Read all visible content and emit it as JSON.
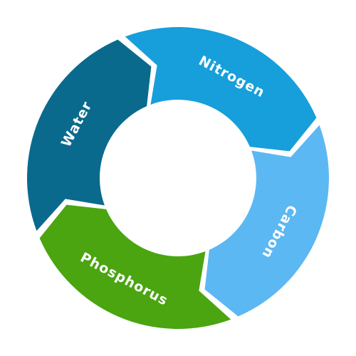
{
  "diagram": {
    "segments": [
      {
        "label": "Water",
        "color": "#0a6a8e"
      },
      {
        "label": "Nitrogen",
        "color": "#169fdb"
      },
      {
        "label": "Carbon",
        "color": "#5cb8f2"
      },
      {
        "label": "Phosphorus",
        "color": "#4aa510"
      }
    ]
  }
}
